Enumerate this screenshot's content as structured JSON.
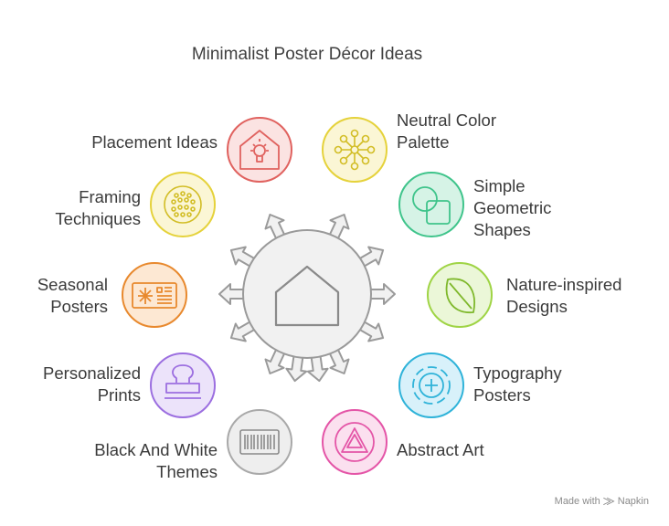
{
  "title": "Minimalist Poster Décor Ideas",
  "footer": "Made with ⨠ Napkin",
  "hub": {
    "icon": "house-icon"
  },
  "items": [
    {
      "id": "placement",
      "lines": [
        "Placement Ideas"
      ],
      "side": "left",
      "color": "#e0625f",
      "icon": "smart-home-bulb-icon"
    },
    {
      "id": "framing",
      "lines": [
        "Framing",
        "Techniques"
      ],
      "side": "left",
      "color": "#e5d23b",
      "icon": "dotted-circle-icon"
    },
    {
      "id": "seasonal",
      "lines": [
        "Seasonal",
        "Posters"
      ],
      "side": "left",
      "color": "#e8892e",
      "icon": "snowflake-card-icon"
    },
    {
      "id": "personalized",
      "lines": [
        "Personalized",
        "Prints"
      ],
      "side": "left",
      "color": "#9c6fe0",
      "icon": "stamp-icon"
    },
    {
      "id": "blackwhite",
      "lines": [
        "Black And White",
        "Themes"
      ],
      "side": "left",
      "color": "#a9a9a9",
      "icon": "barcode-icon"
    },
    {
      "id": "neutral",
      "lines": [
        "Neutral Color",
        "Palette"
      ],
      "side": "right",
      "color": "#e5d23b",
      "icon": "network-nodes-icon"
    },
    {
      "id": "geometric",
      "lines": [
        "Simple",
        "Geometric",
        "Shapes"
      ],
      "side": "right",
      "color": "#3fc48b",
      "icon": "shapes-icon"
    },
    {
      "id": "nature",
      "lines": [
        "Nature-inspired",
        "Designs"
      ],
      "side": "right",
      "color": "#9fd445",
      "icon": "leaf-icon"
    },
    {
      "id": "typography",
      "lines": [
        "Typography",
        "Posters"
      ],
      "side": "right",
      "color": "#2fb3d9",
      "icon": "target-plus-icon"
    },
    {
      "id": "abstract",
      "lines": [
        "Abstract Art"
      ],
      "side": "right",
      "color": "#e455a7",
      "icon": "triangle-circle-icon"
    }
  ]
}
